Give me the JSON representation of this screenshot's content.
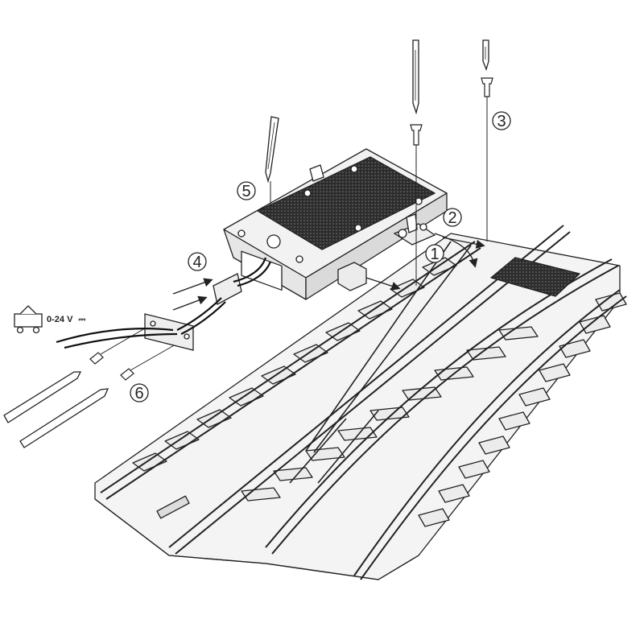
{
  "callouts": [
    {
      "id": "step-1",
      "label": "1"
    },
    {
      "id": "step-2",
      "label": "2"
    },
    {
      "id": "step-3",
      "label": "3"
    },
    {
      "id": "step-4",
      "label": "4"
    },
    {
      "id": "step-5",
      "label": "5"
    },
    {
      "id": "step-6",
      "label": "6"
    }
  ],
  "power_supply": {
    "voltage_label": "0-24 V",
    "current_symbol": "⎓",
    "icon": "locomotive-icon"
  },
  "icons": [
    "screwdriver-icon",
    "screw-icon",
    "drive-motor-icon",
    "wire-connector-icon",
    "track-turnout-icon",
    "arrow-icon"
  ],
  "colors": {
    "line": "#222222",
    "fill": "#f2f2f2",
    "dark": "#3a3a3a",
    "background": "#ffffff"
  }
}
